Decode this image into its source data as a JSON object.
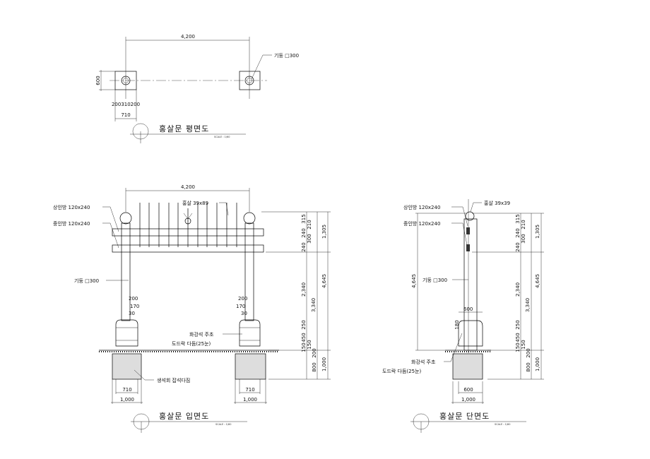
{
  "plan": {
    "title": "홍살문 평면도",
    "scale": "SCALE : 1/60",
    "width": "4,200",
    "depth": "600",
    "sub": "200310200",
    "base": "710",
    "post_label": "기둥 □300"
  },
  "elevation": {
    "title": "홍살문 입면도",
    "scale": "SCALE : 1/60",
    "width": "4,200",
    "upper_rail": "상인방 120x240",
    "mid_rail": "중인방 120x240",
    "spike": "홍살 39x89",
    "post": "기둥 □300",
    "granite": "화강석 주초",
    "dressing": "도드락 다듬(25눈)",
    "footing": "생석회 잡석다짐",
    "d200": "200",
    "d170": "170",
    "d30": "30",
    "d710": "710",
    "d1000": "1,000",
    "right_dims": [
      "315",
      "210",
      "240",
      "300",
      "240",
      "2,340",
      "3,340",
      "250",
      "450",
      "150",
      "150",
      "200",
      "800",
      "1,305",
      "4,645",
      "1,000"
    ]
  },
  "section": {
    "title": "홍살문 단면도",
    "scale": "SCALE : 1/60",
    "upper_rail": "상인방 120x240",
    "mid_rail": "중인방 120x240",
    "spike": "홍살 39x39",
    "post": "기둥 □300",
    "granite": "화강석 주초",
    "dressing": "도드락 다듬(25눈)",
    "left_height": "4,645",
    "d600": "600",
    "d180": "180",
    "d1000": "1,000",
    "right_dims": [
      "315",
      "210",
      "240",
      "300",
      "240",
      "2,340",
      "3,340",
      "250",
      "450",
      "150",
      "150",
      "200",
      "800",
      "1,305",
      "4,645",
      "1,000"
    ]
  }
}
